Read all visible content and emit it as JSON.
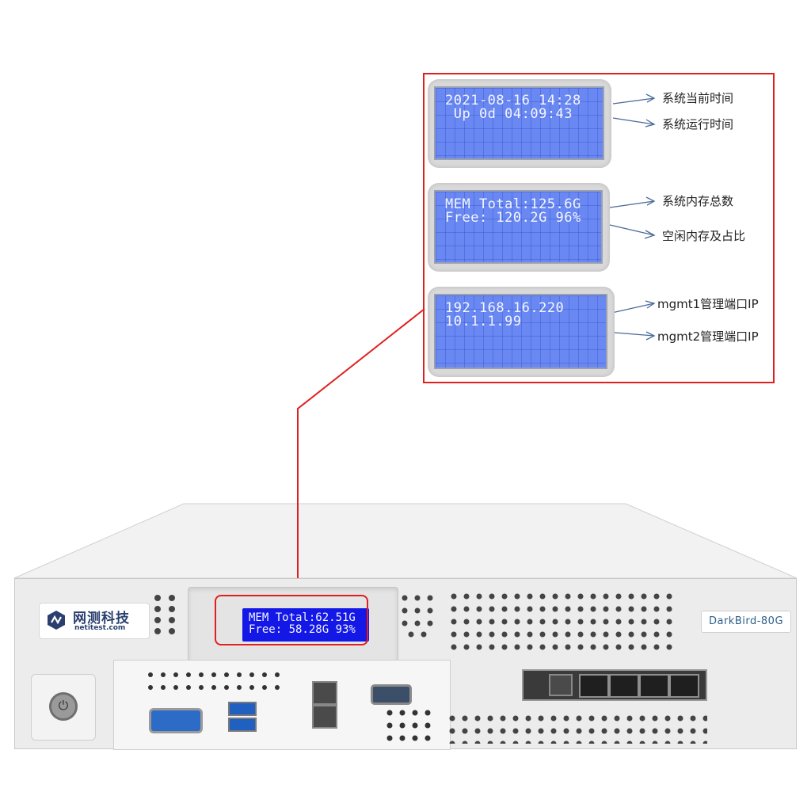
{
  "callout": {
    "panels": [
      {
        "lcd_line1": "2021-08-16 14:28",
        "lcd_line2": " Up 0d 04:09:43",
        "label_line1": "系统当前时间",
        "label_line2": "系统运行时间"
      },
      {
        "lcd_line1": "MEM Total:125.6G",
        "lcd_line2": "Free: 120.2G 96%",
        "label_line1": "系统内存总数",
        "label_line2": "空闲内存及占比"
      },
      {
        "lcd_line1": "192.168.16.220",
        "lcd_line2": "10.1.1.99",
        "label_line1": "mgmt1管理端口IP",
        "label_line2": "mgmt2管理端口IP"
      }
    ]
  },
  "device": {
    "brand_name": "网测科技",
    "brand_url": "netitest.com",
    "model": "DarkBird-80G",
    "front_lcd_line1": "MEM Total:62.51G",
    "front_lcd_line2": "Free: 58.28G 93%",
    "power_icon": "power-icon"
  },
  "colors": {
    "callout_border": "#e02020",
    "lcd_background": "#6a88f2",
    "front_lcd_background": "#1418e6",
    "arrow": "#4a6a9a"
  }
}
